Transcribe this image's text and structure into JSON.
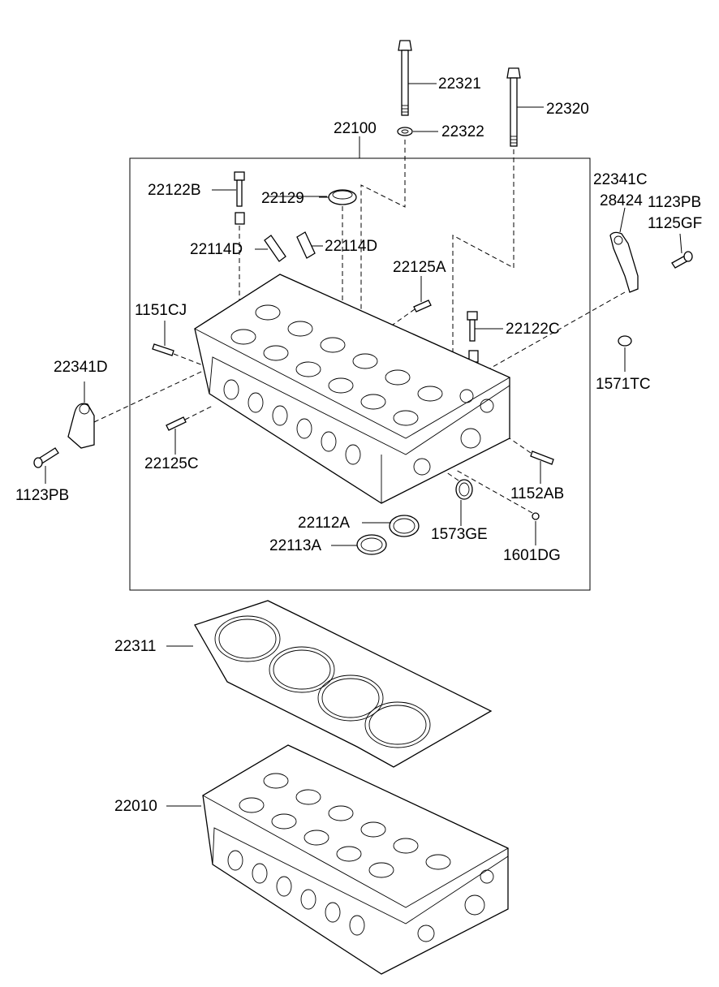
{
  "labels": {
    "p22321": "22321",
    "p22320": "22320",
    "p22100": "22100",
    "p22322": "22322",
    "p22122B": "22122B",
    "p22129": "22129",
    "p22341C": "22341C",
    "p28424": "28424",
    "p1123PB_r": "1123PB",
    "p1125GF": "1125GF",
    "p22114D_l": "22114D",
    "p22114D_r": "22114D",
    "p22125A": "22125A",
    "p1151CJ": "1151CJ",
    "p22122C": "22122C",
    "p22341D": "22341D",
    "p1571TC": "1571TC",
    "p22125C": "22125C",
    "p1123PB_l": "1123PB",
    "p1152AB": "1152AB",
    "p22112A": "22112A",
    "p1573GE": "1573GE",
    "p22113A": "22113A",
    "p1601DG": "1601DG",
    "p22311": "22311",
    "p22010": "22010"
  }
}
